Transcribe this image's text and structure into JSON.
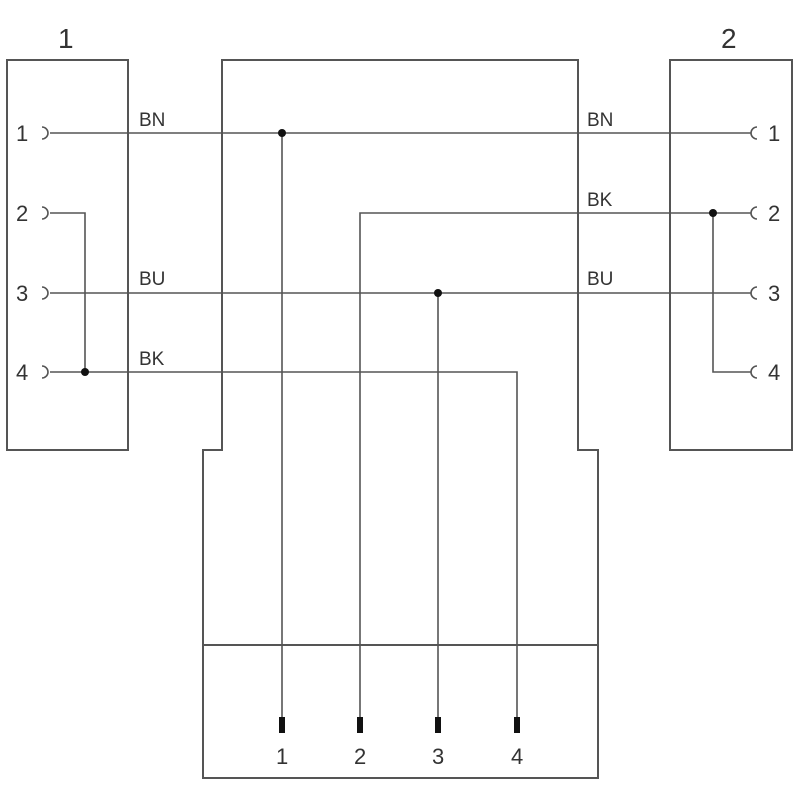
{
  "connector_left": {
    "label": "1",
    "pins": [
      "1",
      "2",
      "3",
      "4"
    ],
    "wire_labels": {
      "row1": "BN",
      "row3": "BU",
      "row4": "BK"
    }
  },
  "connector_right": {
    "label": "2",
    "pins": [
      "1",
      "2",
      "3",
      "4"
    ],
    "wire_labels": {
      "row1": "BN",
      "row2": "BK",
      "row3": "BU"
    }
  },
  "terminals": [
    "1",
    "2",
    "3",
    "4"
  ]
}
